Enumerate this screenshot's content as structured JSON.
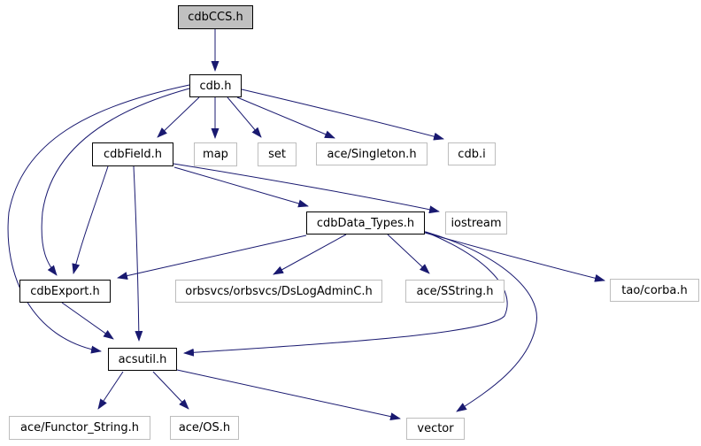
{
  "graph": {
    "type": "include-dependency-graph",
    "colors": {
      "edge": "#191970",
      "root_fill": "#c0c0c0",
      "internal_border": "#000000",
      "external_border": "#bdbdbd",
      "background": "#ffffff",
      "text": "#000000"
    },
    "nodes": [
      {
        "id": "cdbCCS",
        "label": "cdbCCS.h",
        "style": "root"
      },
      {
        "id": "cdb",
        "label": "cdb.h",
        "style": "internal"
      },
      {
        "id": "cdbField",
        "label": "cdbField.h",
        "style": "internal"
      },
      {
        "id": "map",
        "label": "map",
        "style": "external"
      },
      {
        "id": "set",
        "label": "set",
        "style": "external"
      },
      {
        "id": "aceSingleton",
        "label": "ace/Singleton.h",
        "style": "external"
      },
      {
        "id": "cdbi",
        "label": "cdb.i",
        "style": "external"
      },
      {
        "id": "cdbDataTypes",
        "label": "cdbData_Types.h",
        "style": "internal"
      },
      {
        "id": "iostream",
        "label": "iostream",
        "style": "external"
      },
      {
        "id": "cdbExport",
        "label": "cdbExport.h",
        "style": "internal"
      },
      {
        "id": "dsLogAdmin",
        "label": "orbsvcs/orbsvcs/DsLogAdminC.h",
        "style": "external"
      },
      {
        "id": "aceSString",
        "label": "ace/SString.h",
        "style": "external"
      },
      {
        "id": "taoCorba",
        "label": "tao/corba.h",
        "style": "external"
      },
      {
        "id": "acsutil",
        "label": "acsutil.h",
        "style": "internal"
      },
      {
        "id": "aceFunctor",
        "label": "ace/Functor_String.h",
        "style": "external"
      },
      {
        "id": "aceOS",
        "label": "ace/OS.h",
        "style": "external"
      },
      {
        "id": "vector",
        "label": "vector",
        "style": "external"
      }
    ],
    "edges": [
      {
        "from": "cdbCCS.h",
        "to": "cdb.h"
      },
      {
        "from": "cdb.h",
        "to": "cdbField.h"
      },
      {
        "from": "cdb.h",
        "to": "map"
      },
      {
        "from": "cdb.h",
        "to": "set"
      },
      {
        "from": "cdb.h",
        "to": "ace/Singleton.h"
      },
      {
        "from": "cdb.h",
        "to": "cdb.i"
      },
      {
        "from": "cdb.h",
        "to": "cdbExport.h"
      },
      {
        "from": "cdb.h",
        "to": "acsutil.h"
      },
      {
        "from": "cdbField.h",
        "to": "cdbExport.h"
      },
      {
        "from": "cdbField.h",
        "to": "acsutil.h"
      },
      {
        "from": "cdbField.h",
        "to": "cdbData_Types.h"
      },
      {
        "from": "cdbField.h",
        "to": "iostream"
      },
      {
        "from": "cdbData_Types.h",
        "to": "cdbExport.h"
      },
      {
        "from": "cdbData_Types.h",
        "to": "orbsvcs/orbsvcs/DsLogAdminC.h"
      },
      {
        "from": "cdbData_Types.h",
        "to": "ace/SString.h"
      },
      {
        "from": "cdbData_Types.h",
        "to": "tao/corba.h"
      },
      {
        "from": "cdbData_Types.h",
        "to": "acsutil.h"
      },
      {
        "from": "cdbData_Types.h",
        "to": "vector"
      },
      {
        "from": "cdbExport.h",
        "to": "acsutil.h"
      },
      {
        "from": "acsutil.h",
        "to": "ace/Functor_String.h"
      },
      {
        "from": "acsutil.h",
        "to": "ace/OS.h"
      },
      {
        "from": "acsutil.h",
        "to": "vector"
      }
    ]
  }
}
